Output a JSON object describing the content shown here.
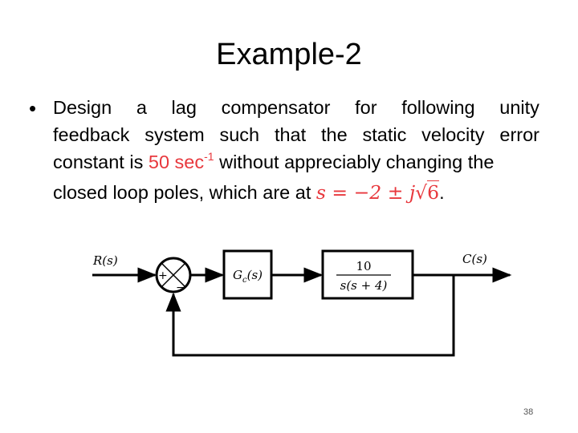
{
  "slide": {
    "title": "Example-2",
    "bullet": "•",
    "page_number": "38"
  },
  "body": {
    "line1_words": [
      "Design",
      "a",
      "lag",
      "compensator",
      "for",
      "following",
      "unity"
    ],
    "line2_words": [
      "feedback",
      "system",
      "such",
      "that",
      "the",
      "static",
      "velocity",
      "error"
    ],
    "line3_prefix": "constant is ",
    "kv_value": "50 sec",
    "kv_exponent": "-1",
    "line3_suffix": " without appreciably changing the",
    "line4_prefix": "closed loop poles, which are at ",
    "poles_expr": "s = −2 ± j",
    "poles_sqrt_arg": "6",
    "line4_end": "."
  },
  "diagram": {
    "input_label": "R(s)",
    "output_label": "C(s)",
    "sum_plus": "+",
    "sum_minus": "−",
    "compensator_label": "G",
    "compensator_sub": "c",
    "compensator_arg": "(s)",
    "plant_numerator": "10",
    "plant_denominator": "s(s + 4)"
  },
  "colors": {
    "accent_red": "#e8383d",
    "text": "#000000"
  }
}
